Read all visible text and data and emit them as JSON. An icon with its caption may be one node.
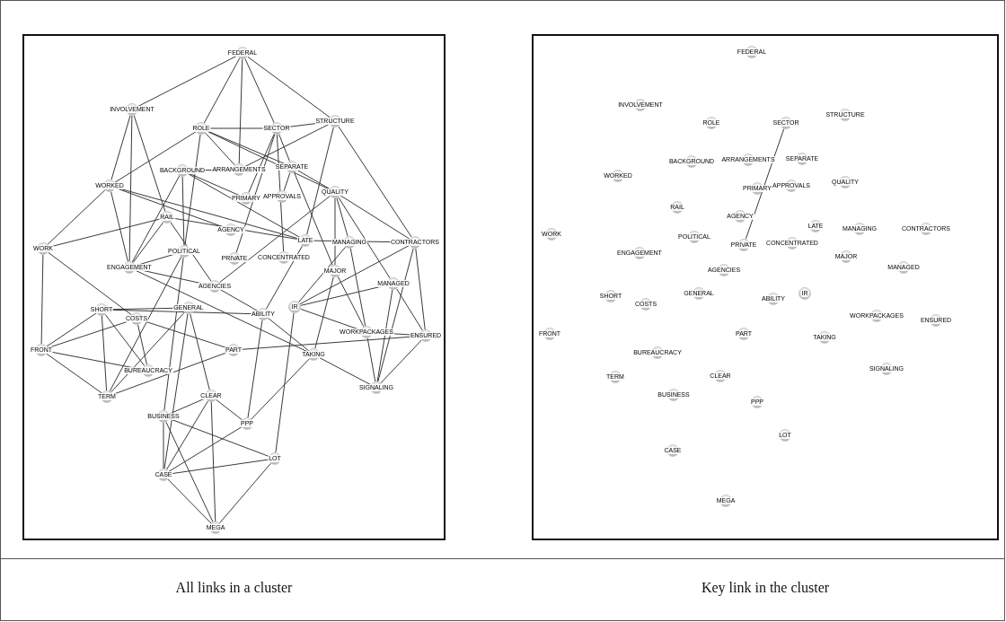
{
  "diagram": {
    "nodes": [
      {
        "text": [
          "All links in a cluster"
        ]
      },
      {
        "text": [
          "Key link in the cluster"
        ]
      },
      {
        "text": [
          "FEDERAL"
        ],
        "in": 0
      },
      {
        "text": [
          "INVOLVEMENT"
        ],
        "in": 0
      },
      {
        "text": [
          "ROLE"
        ],
        "in": 0
      },
      {
        "text": [
          "SECTOR"
        ],
        "in": 0
      },
      {
        "text": [
          "STRUCTURE"
        ],
        "in": 0
      },
      {
        "text": [
          "BACKGROUND"
        ],
        "in": 0
      },
      {
        "text": [
          "ARRANGEMENTS"
        ],
        "in": 0
      },
      {
        "text": [
          "SEPARATE"
        ],
        "in": 0
      },
      {
        "text": [
          "WORKED"
        ],
        "in": 0
      },
      {
        "text": [
          "PRIMARY"
        ],
        "in": 0
      },
      {
        "text": [
          "APPROVALS"
        ],
        "in": 0
      },
      {
        "text": [
          "QUALITY"
        ],
        "in": 0
      },
      {
        "text": [
          "RAIL"
        ],
        "in": 0
      },
      {
        "text": [
          "AGENCY"
        ],
        "in": 0
      },
      {
        "text": [
          "LATE"
        ],
        "in": 0
      },
      {
        "text": [
          "MANAGING"
        ],
        "in": 0
      },
      {
        "text": [
          "CONTRACTORS"
        ],
        "in": 0
      },
      {
        "text": [
          "WORK"
        ],
        "in": 0
      },
      {
        "text": [
          "POLITICAL"
        ],
        "in": 0
      },
      {
        "text": [
          "PRIVATE"
        ],
        "in": 0
      },
      {
        "text": [
          "CONCENTRATED"
        ],
        "in": 0
      },
      {
        "text": [
          "ENGAGEMENT"
        ],
        "in": 0
      },
      {
        "text": [
          "MAJOR"
        ],
        "in": 0
      },
      {
        "text": [
          "AGENCIES"
        ],
        "in": 0
      },
      {
        "text": [
          "MANAGED"
        ],
        "in": 0
      },
      {
        "text": [
          "SHORT"
        ],
        "in": 0
      },
      {
        "text": [
          "GENERAL"
        ],
        "in": 0
      },
      {
        "text": [
          "COSTS"
        ],
        "in": 0
      },
      {
        "text": [
          "ABILITY"
        ],
        "in": 0
      },
      {
        "text": [
          "IR"
        ],
        "in": 0
      },
      {
        "text": [
          "WORKPACKAGES"
        ],
        "in": 0
      },
      {
        "text": [
          "ENSURED"
        ],
        "in": 0
      },
      {
        "text": [
          "FRONT"
        ],
        "in": 0
      },
      {
        "text": [
          "PART"
        ],
        "in": 0
      },
      {
        "text": [
          "TAKING"
        ],
        "in": 0
      },
      {
        "text": [
          "BUREAUCRACY"
        ],
        "in": 0
      },
      {
        "text": [
          "TERM"
        ],
        "in": 0
      },
      {
        "text": [
          "CLEAR"
        ],
        "in": 0
      },
      {
        "text": [
          "SIGNALING"
        ],
        "in": 0
      },
      {
        "text": [
          "BUSINESS"
        ],
        "in": 0
      },
      {
        "text": [
          "PPP"
        ],
        "in": 0
      },
      {
        "text": [
          "LOT"
        ],
        "in": 0
      },
      {
        "text": [
          "CASE"
        ],
        "in": 0
      },
      {
        "text": [
          "MEGA"
        ],
        "in": 0
      },
      {
        "text": [
          "FEDERAL"
        ],
        "in": 1
      },
      {
        "text": [
          "INVOLVEMENT"
        ],
        "in": 1
      },
      {
        "text": [
          "ROLE"
        ],
        "in": 1
      },
      {
        "text": [
          "SECTOR"
        ],
        "in": 1
      },
      {
        "text": [
          "STRUCTURE"
        ],
        "in": 1
      },
      {
        "text": [
          "BACKGROUND"
        ],
        "in": 1
      },
      {
        "text": [
          "ARRANGEMENTS"
        ],
        "in": 1
      },
      {
        "text": [
          "SEPARATE"
        ],
        "in": 1
      },
      {
        "text": [
          "WORKED"
        ],
        "in": 1
      },
      {
        "text": [
          "PRIMARY"
        ],
        "in": 1
      },
      {
        "text": [
          "APPROVALS"
        ],
        "in": 1
      },
      {
        "text": [
          "QUALITY"
        ],
        "in": 1
      },
      {
        "text": [
          "RAIL"
        ],
        "in": 1
      },
      {
        "text": [
          "AGENCY"
        ],
        "in": 1
      },
      {
        "text": [
          "LATE"
        ],
        "in": 1
      },
      {
        "text": [
          "MANAGING"
        ],
        "in": 1
      },
      {
        "text": [
          "CONTRACTORS"
        ],
        "in": 1
      },
      {
        "text": [
          "WORK"
        ],
        "in": 1
      },
      {
        "text": [
          "POLITICAL"
        ],
        "in": 1
      },
      {
        "text": [
          "PRIVATE"
        ],
        "in": 1
      },
      {
        "text": [
          "CONCENTRATED"
        ],
        "in": 1
      },
      {
        "text": [
          "ENGAGEMENT"
        ],
        "in": 1
      },
      {
        "text": [
          "MAJOR"
        ],
        "in": 1
      },
      {
        "text": [
          "AGENCIES"
        ],
        "in": 1
      },
      {
        "text": [
          "MANAGED"
        ],
        "in": 1
      },
      {
        "text": [
          "SHORT"
        ],
        "in": 1
      },
      {
        "text": [
          "GENERAL"
        ],
        "in": 1
      },
      {
        "text": [
          "COSTS"
        ],
        "in": 1
      },
      {
        "text": [
          "ABILITY"
        ],
        "in": 1
      },
      {
        "text": [
          "IR"
        ],
        "in": 1
      },
      {
        "text": [
          "WORKPACKAGES"
        ],
        "in": 1
      },
      {
        "text": [
          "ENSURED"
        ],
        "in": 1
      },
      {
        "text": [
          "FRONT"
        ],
        "in": 1
      },
      {
        "text": [
          "PART"
        ],
        "in": 1
      },
      {
        "text": [
          "TAKING"
        ],
        "in": 1
      },
      {
        "text": [
          "BUREAUCRACY"
        ],
        "in": 1
      },
      {
        "text": [
          "TERM"
        ],
        "in": 1
      },
      {
        "text": [
          "CLEAR"
        ],
        "in": 1
      },
      {
        "text": [
          "SIGNALING"
        ],
        "in": 1
      },
      {
        "text": [
          "BUSINESS"
        ],
        "in": 1
      },
      {
        "text": [
          "PPP"
        ],
        "in": 1
      },
      {
        "text": [
          "LOT"
        ],
        "in": 1
      },
      {
        "text": [
          "CASE"
        ],
        "in": 1
      },
      {
        "text": [
          "MEGA"
        ],
        "in": 1
      }
    ],
    "edges": [
      {
        "from": 2,
        "to": 3,
        "arrow": "none"
      },
      {
        "from": 2,
        "to": 4,
        "arrow": "none"
      },
      {
        "from": 2,
        "to": 8,
        "arrow": "none"
      },
      {
        "from": 2,
        "to": 5,
        "arrow": "none"
      },
      {
        "from": 2,
        "to": 6,
        "arrow": "none"
      },
      {
        "from": 3,
        "to": 10,
        "arrow": "none"
      },
      {
        "from": 3,
        "to": 23,
        "arrow": "none"
      },
      {
        "from": 3,
        "to": 14,
        "arrow": "none"
      },
      {
        "from": 4,
        "to": 5,
        "arrow": "none"
      },
      {
        "from": 5,
        "to": 6,
        "arrow": "none"
      },
      {
        "from": 4,
        "to": 8,
        "arrow": "none"
      },
      {
        "from": 4,
        "to": 9,
        "arrow": "none"
      },
      {
        "from": 4,
        "to": 13,
        "arrow": "none"
      },
      {
        "from": 4,
        "to": 20,
        "arrow": "none"
      },
      {
        "from": 4,
        "to": 10,
        "arrow": "none"
      },
      {
        "from": 5,
        "to": 21,
        "arrow": "none"
      },
      {
        "from": 5,
        "to": 11,
        "arrow": "none"
      },
      {
        "from": 5,
        "to": 9,
        "arrow": "none"
      },
      {
        "from": 5,
        "to": 22,
        "arrow": "none"
      },
      {
        "from": 6,
        "to": 18,
        "arrow": "none"
      },
      {
        "from": 6,
        "to": 16,
        "arrow": "none"
      },
      {
        "from": 6,
        "to": 8,
        "arrow": "none"
      },
      {
        "from": 7,
        "to": 8,
        "arrow": "none"
      },
      {
        "from": 7,
        "to": 23,
        "arrow": "none"
      },
      {
        "from": 7,
        "to": 11,
        "arrow": "none"
      },
      {
        "from": 7,
        "to": 16,
        "arrow": "none"
      },
      {
        "from": 7,
        "to": 20,
        "arrow": "none"
      },
      {
        "from": 9,
        "to": 13,
        "arrow": "none"
      },
      {
        "from": 9,
        "to": 12,
        "arrow": "none"
      },
      {
        "from": 9,
        "to": 24,
        "arrow": "none"
      },
      {
        "from": 10,
        "to": 23,
        "arrow": "none"
      },
      {
        "from": 10,
        "to": 19,
        "arrow": "none"
      },
      {
        "from": 10,
        "to": 16,
        "arrow": "none"
      },
      {
        "from": 10,
        "to": 15,
        "arrow": "none"
      },
      {
        "from": 13,
        "to": 18,
        "arrow": "none"
      },
      {
        "from": 13,
        "to": 17,
        "arrow": "none"
      },
      {
        "from": 13,
        "to": 24,
        "arrow": "none"
      },
      {
        "from": 13,
        "to": 26,
        "arrow": "none"
      },
      {
        "from": 13,
        "to": 25,
        "arrow": "none"
      },
      {
        "from": 14,
        "to": 19,
        "arrow": "none"
      },
      {
        "from": 14,
        "to": 16,
        "arrow": "none"
      },
      {
        "from": 14,
        "to": 23,
        "arrow": "none"
      },
      {
        "from": 14,
        "to": 25,
        "arrow": "none"
      },
      {
        "from": 19,
        "to": 34,
        "arrow": "none"
      },
      {
        "from": 19,
        "to": 29,
        "arrow": "none"
      },
      {
        "from": 16,
        "to": 18,
        "arrow": "none"
      },
      {
        "from": 16,
        "to": 30,
        "arrow": "none"
      },
      {
        "from": 17,
        "to": 32,
        "arrow": "none"
      },
      {
        "from": 17,
        "to": 31,
        "arrow": "none"
      },
      {
        "from": 18,
        "to": 33,
        "arrow": "none"
      },
      {
        "from": 18,
        "to": 40,
        "arrow": "none"
      },
      {
        "from": 18,
        "to": 31,
        "arrow": "none"
      },
      {
        "from": 20,
        "to": 23,
        "arrow": "none"
      },
      {
        "from": 20,
        "to": 38,
        "arrow": "none"
      },
      {
        "from": 20,
        "to": 41,
        "arrow": "none"
      },
      {
        "from": 23,
        "to": 25,
        "arrow": "none"
      },
      {
        "from": 23,
        "to": 36,
        "arrow": "none"
      },
      {
        "from": 24,
        "to": 32,
        "arrow": "none"
      },
      {
        "from": 24,
        "to": 36,
        "arrow": "none"
      },
      {
        "from": 26,
        "to": 40,
        "arrow": "none"
      },
      {
        "from": 26,
        "to": 31,
        "arrow": "none"
      },
      {
        "from": 26,
        "to": 33,
        "arrow": "none"
      },
      {
        "from": 27,
        "to": 28,
        "arrow": "none"
      },
      {
        "from": 27,
        "to": 38,
        "arrow": "none"
      },
      {
        "from": 27,
        "to": 34,
        "arrow": "none"
      },
      {
        "from": 27,
        "to": 37,
        "arrow": "none"
      },
      {
        "from": 29,
        "to": 35,
        "arrow": "none"
      },
      {
        "from": 29,
        "to": 34,
        "arrow": "none"
      },
      {
        "from": 29,
        "to": 37,
        "arrow": "none"
      },
      {
        "from": 28,
        "to": 44,
        "arrow": "none"
      },
      {
        "from": 28,
        "to": 39,
        "arrow": "none"
      },
      {
        "from": 28,
        "to": 38,
        "arrow": "none"
      },
      {
        "from": 30,
        "to": 42,
        "arrow": "none"
      },
      {
        "from": 30,
        "to": 36,
        "arrow": "none"
      },
      {
        "from": 30,
        "to": 27,
        "arrow": "none"
      },
      {
        "from": 31,
        "to": 43,
        "arrow": "none"
      },
      {
        "from": 31,
        "to": 32,
        "arrow": "none"
      },
      {
        "from": 32,
        "to": 40,
        "arrow": "none"
      },
      {
        "from": 32,
        "to": 33,
        "arrow": "none"
      },
      {
        "from": 33,
        "to": 40,
        "arrow": "none"
      },
      {
        "from": 35,
        "to": 33,
        "arrow": "none"
      },
      {
        "from": 35,
        "to": 38,
        "arrow": "none"
      },
      {
        "from": 34,
        "to": 37,
        "arrow": "none"
      },
      {
        "from": 34,
        "to": 38,
        "arrow": "none"
      },
      {
        "from": 36,
        "to": 42,
        "arrow": "none"
      },
      {
        "from": 36,
        "to": 40,
        "arrow": "none"
      },
      {
        "from": 41,
        "to": 39,
        "arrow": "none"
      },
      {
        "from": 41,
        "to": 43,
        "arrow": "none"
      },
      {
        "from": 41,
        "to": 44,
        "arrow": "none"
      },
      {
        "from": 41,
        "to": 45,
        "arrow": "none"
      },
      {
        "from": 39,
        "to": 44,
        "arrow": "none"
      },
      {
        "from": 39,
        "to": 45,
        "arrow": "none"
      },
      {
        "from": 39,
        "to": 42,
        "arrow": "none"
      },
      {
        "from": 42,
        "to": 44,
        "arrow": "none"
      },
      {
        "from": 44,
        "to": 43,
        "arrow": "none"
      },
      {
        "from": 44,
        "to": 45,
        "arrow": "none"
      },
      {
        "from": 43,
        "to": 45,
        "arrow": "none"
      },
      {
        "from": 25,
        "to": 30,
        "arrow": "none"
      },
      {
        "from": 49,
        "to": 65,
        "arrow": "none"
      }
    ]
  }
}
